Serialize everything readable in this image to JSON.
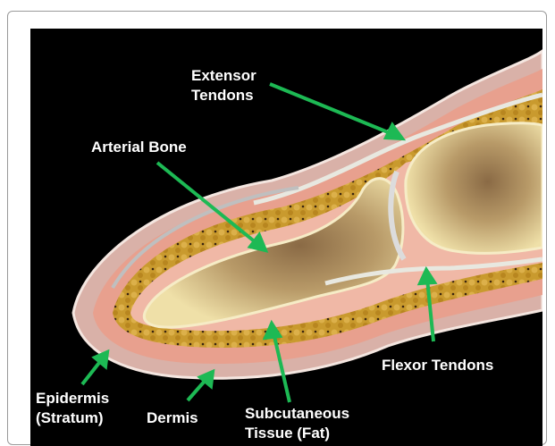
{
  "labels": {
    "extensor": "Extensor\nTendons",
    "arterial": "Arterial Bone",
    "flexor": "Flexor Tendons",
    "epidermis": "Epidermis\n(Stratum)",
    "dermis": "Dermis",
    "subcutaneous": "Subcutaneous\nTissue (Fat)"
  },
  "colors": {
    "background": "#000000",
    "arrow": "#1db954",
    "skin": "#e8a08e",
    "fat": "#c99a2e",
    "bone": "#efe0a8",
    "marrow": "#8a6a45",
    "tendon": "#e8e8e0",
    "label": "#ffffff"
  }
}
